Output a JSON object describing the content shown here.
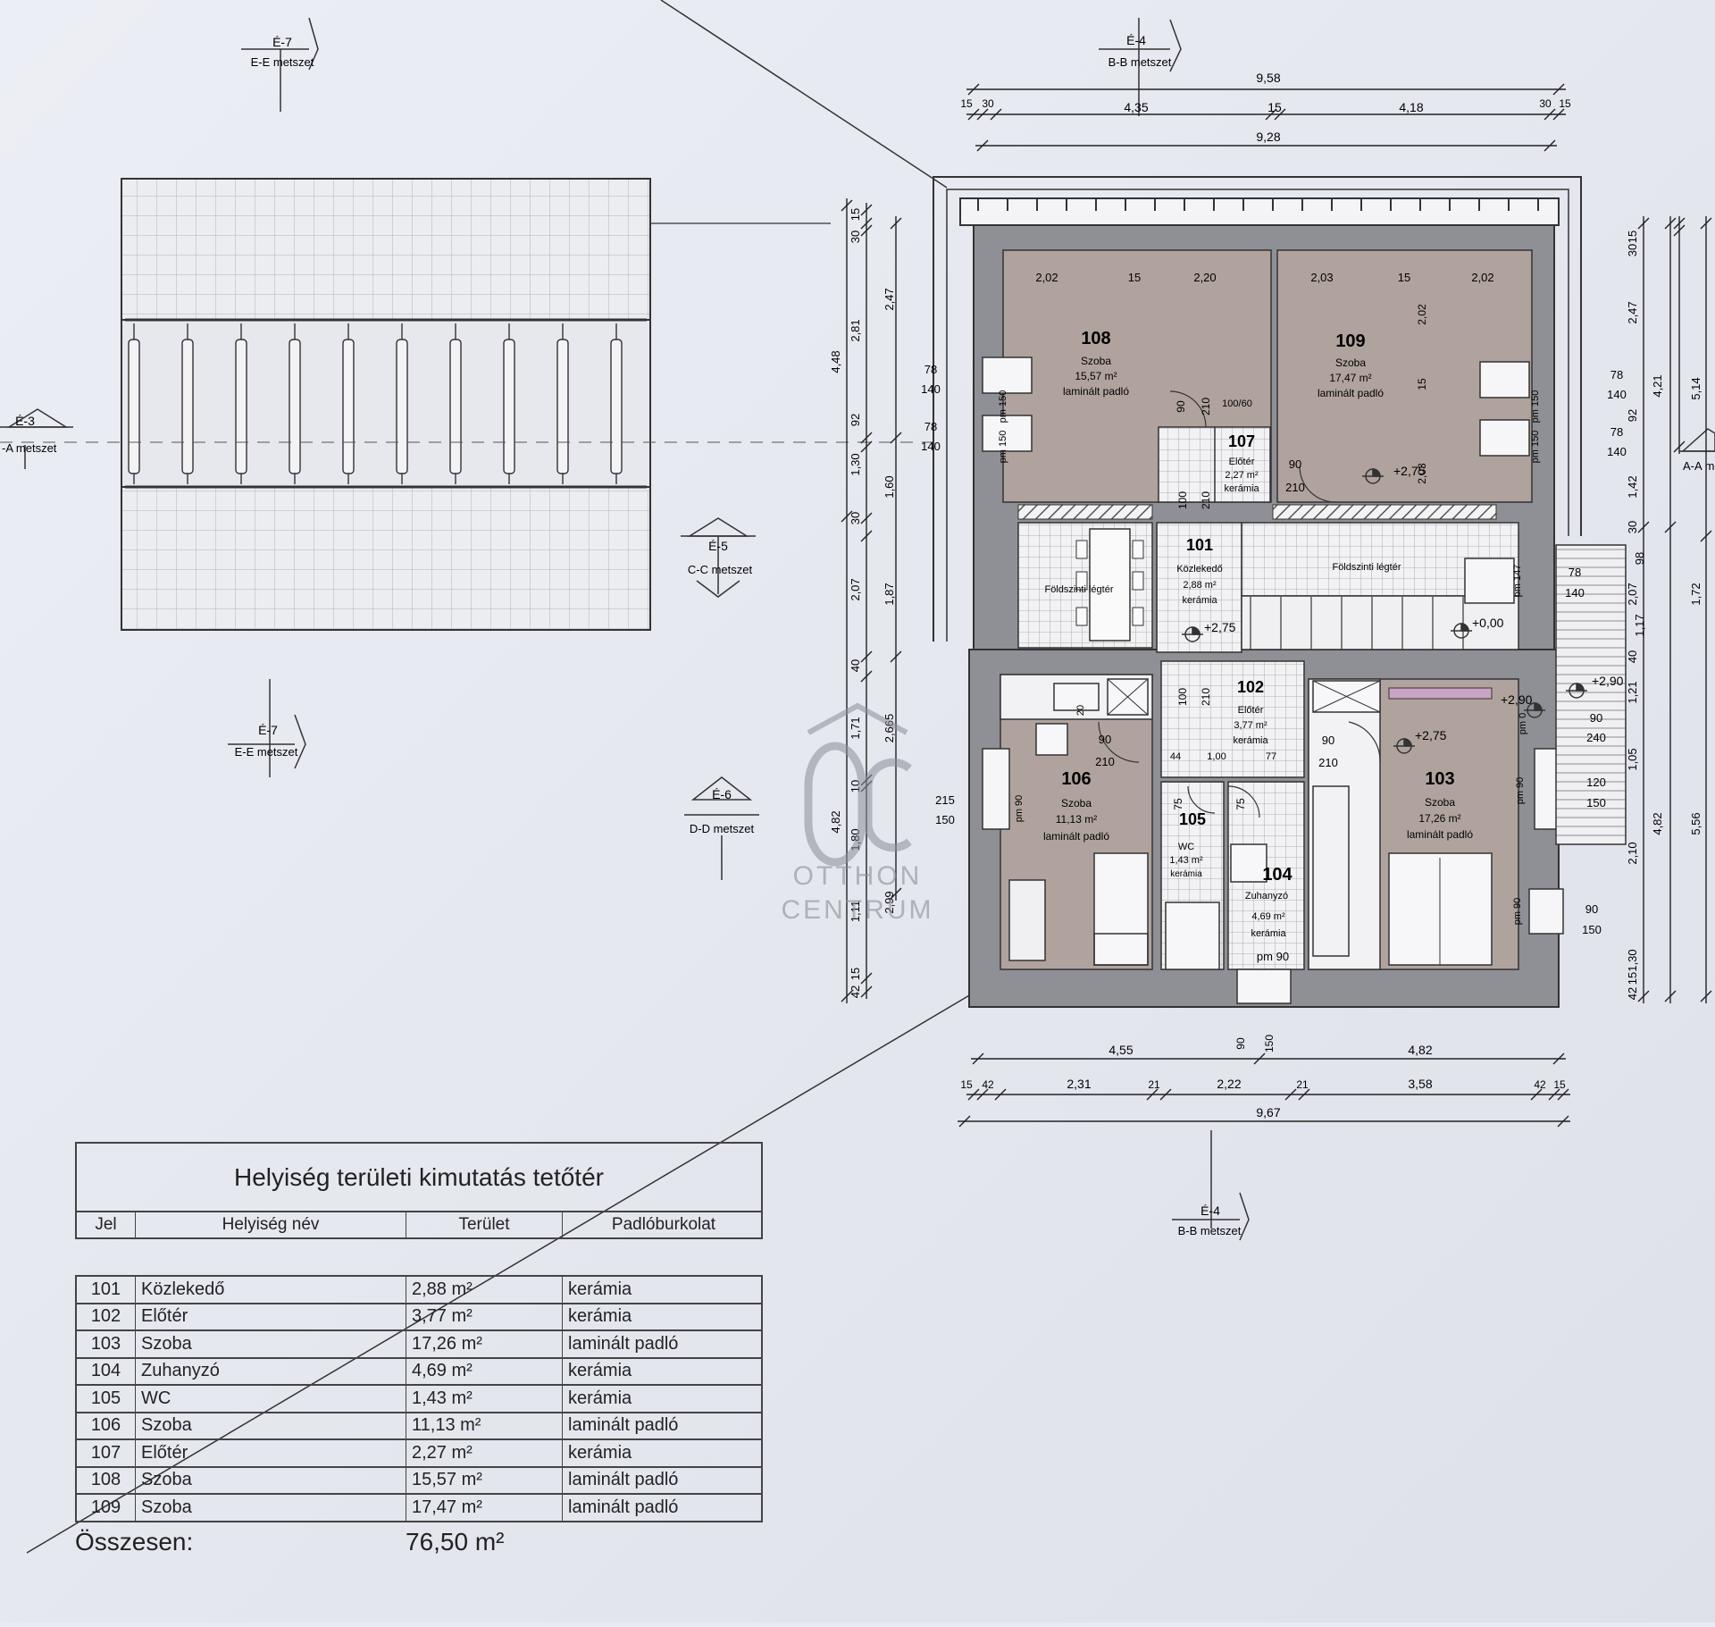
{
  "sections": {
    "e7_top": {
      "code": "É-7",
      "name": "E-E metszet"
    },
    "e7_bottom": {
      "code": "É-7",
      "name": "E-E metszet"
    },
    "e4_top": {
      "code": "É-4",
      "name": "B-B metszet"
    },
    "e4_bottom": {
      "code": "É-4",
      "name": "B-B metszet"
    },
    "e3": {
      "code": "É-3",
      "name": "-A metszet"
    },
    "e5": {
      "code": "É-5",
      "name": "C-C metszet"
    },
    "e6": {
      "code": "É-6",
      "name": "D-D metszet"
    },
    "a_right": {
      "name": "A-A m"
    }
  },
  "dims": {
    "top": {
      "overall1": "9,58",
      "overall2": "9,28",
      "parts": [
        "15",
        "30",
        "4,35",
        "15",
        "4,18",
        "30",
        "15"
      ]
    },
    "bottom": {
      "overall": "9,67",
      "row1": [
        "4,55",
        "4,82"
      ],
      "row2": [
        "15",
        "42",
        "2,31",
        "21",
        "2,22",
        "21",
        "3,58",
        "42",
        "15"
      ]
    },
    "left_outer": [
      "4,48",
      "4,82"
    ],
    "left_mid": [
      "15",
      "30",
      "2,81",
      "92",
      "1,30",
      "30",
      "2,07",
      "40",
      "1,71",
      "10",
      "1,80",
      "1,11",
      "15",
      "42"
    ],
    "left_inner": [
      "2,47",
      "1,60",
      "1,87",
      "2,665",
      "2,99"
    ],
    "right_outer": [
      "5,14",
      "5,56"
    ],
    "right_mid": [
      "4,21",
      "4,82"
    ],
    "right_inner": [
      "15",
      "30",
      "2,47",
      "92",
      "1,42",
      "30",
      "2,07",
      "40",
      "1,21",
      "1,05",
      "2,10",
      "1,30",
      "15",
      "42"
    ],
    "right_extra": [
      "98",
      "1,17",
      "1,72"
    ]
  },
  "rooms": {
    "r108": {
      "num": "108",
      "name": "Szoba",
      "area": "15,57 m²",
      "floor": "laminált padló",
      "w1": "2,02",
      "w2": "15",
      "w3": "2,20"
    },
    "r109": {
      "num": "109",
      "name": "Szoba",
      "area": "17,47 m²",
      "floor": "laminált padló",
      "w1": "2,03",
      "w2": "15",
      "w3": "2,02",
      "h1": "2,02",
      "h2": "2,03",
      "h3": "15"
    },
    "r107": {
      "num": "107",
      "name": "Előtér",
      "area": "2,27 m²",
      "floor": "kerámia"
    },
    "r101": {
      "num": "101",
      "name": "Közlekedő",
      "area": "2,88 m²",
      "floor": "kerámia"
    },
    "r102": {
      "num": "102",
      "name": "Előtér",
      "area": "3,77 m²",
      "floor": "kerámia"
    },
    "r103": {
      "num": "103",
      "name": "Szoba",
      "area": "17,26 m²",
      "floor": "laminált padló"
    },
    "r104": {
      "num": "104",
      "name": "Zuhanyzó",
      "area": "4,69 m²",
      "floor": "kerámia"
    },
    "r105": {
      "num": "105",
      "name": "WC",
      "area": "1,43 m²",
      "floor": "kerámia"
    },
    "r106": {
      "num": "106",
      "name": "Szoba",
      "area": "11,13 m²",
      "floor": "laminált padló"
    }
  },
  "voids": {
    "left": "Földszinti légtér",
    "right": "Földszinti légtér"
  },
  "levels": {
    "l1": "+2,75",
    "l2": "+2,75",
    "l3": "+2,75",
    "l4": "+0,00",
    "l5": "+2,90",
    "l6": "+2,90"
  },
  "windows": {
    "w78": "78",
    "w140": "140",
    "w215": "215",
    "w150": "150",
    "w120": "120",
    "w90": "90",
    "w240": "240",
    "pm150": "pm 150",
    "pm90": "pm 90",
    "pm147": "pm 147",
    "pm0": "pm 0",
    "d90": "90",
    "d210": "210",
    "d100": "100",
    "d10060": "100/60",
    "d75": "75",
    "d44": "44",
    "d1006": "1,00",
    "d77": "77",
    "d20": "20"
  },
  "watermark": {
    "mono": "OC",
    "line1": "OTTHON",
    "line2": "CENTRUM"
  },
  "table": {
    "title": "Helyiség területi kimutatás tetőtér",
    "headers": [
      "Jel",
      "Helyiség név",
      "Terület",
      "Padlóburkolat"
    ],
    "rows": [
      [
        "101",
        "Közlekedő",
        "2,88 m²",
        "kerámia"
      ],
      [
        "102",
        "Előtér",
        "3,77 m²",
        "kerámia"
      ],
      [
        "103",
        "Szoba",
        "17,26 m²",
        "laminált padló"
      ],
      [
        "104",
        "Zuhanyzó",
        "4,69 m²",
        "kerámia"
      ],
      [
        "105",
        "WC",
        "1,43 m²",
        "kerámia"
      ],
      [
        "106",
        "Szoba",
        "11,13 m²",
        "laminált padló"
      ],
      [
        "107",
        "Előtér",
        "2,27 m²",
        "kerámia"
      ],
      [
        "108",
        "Szoba",
        "15,57 m²",
        "laminált padló"
      ],
      [
        "109",
        "Szoba",
        "17,47 m²",
        "laminált padló"
      ]
    ],
    "total_label": "Összesen:",
    "total_value": "76,50 m²"
  }
}
